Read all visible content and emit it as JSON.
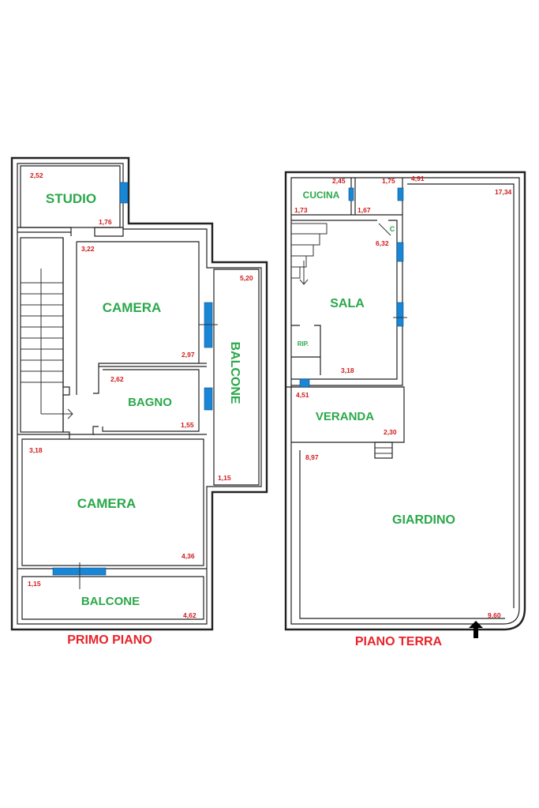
{
  "floors": {
    "primo": {
      "title": "PRIMO PIANO",
      "rooms": {
        "studio": "STUDIO",
        "camera_top": "CAMERA",
        "bagno": "BAGNO",
        "camera_bottom": "CAMERA",
        "balcone_side": "BALCONE",
        "balcone_bottom": "BALCONE"
      },
      "dims": {
        "studio_w": "2,52",
        "studio_h": "1,76",
        "camera_top_w": "3,22",
        "camera_top_h": "2,97",
        "balcone_side_w": "5,20",
        "balcone_side_h": "1,15",
        "bagno_w": "2,62",
        "bagno_h": "1,55",
        "camera_bottom_w": "3,18",
        "camera_bottom_h": "4,36",
        "balcone_bottom_w": "1,15",
        "balcone_bottom_h": "4,62"
      }
    },
    "terra": {
      "title": "PIANO TERRA",
      "rooms": {
        "cucina": "CUCINA",
        "sala": "SALA",
        "rip": "RIP.",
        "c": "C",
        "veranda": "VERANDA",
        "giardino": "GIARDINO"
      },
      "dims": {
        "cucina_w": "2,45",
        "cucina_h": "1,73",
        "c_w": "1,75",
        "c_h": "1,67",
        "top_w": "4,91",
        "giardino_w": "17,34",
        "sala_w": "6,32",
        "sala_h": "3,18",
        "veranda_w": "4,51",
        "veranda_h": "2,30",
        "giardino_h": "8,97",
        "giardino_bottom": "9,60"
      }
    }
  },
  "colors": {
    "room_label": "#2aa84a",
    "dimension": "#d11a1a",
    "floor_title": "#e8242a",
    "window": "#1a86d6"
  },
  "icons": {
    "entrance": "up-arrow-icon",
    "stairs": "staircase-icon"
  }
}
